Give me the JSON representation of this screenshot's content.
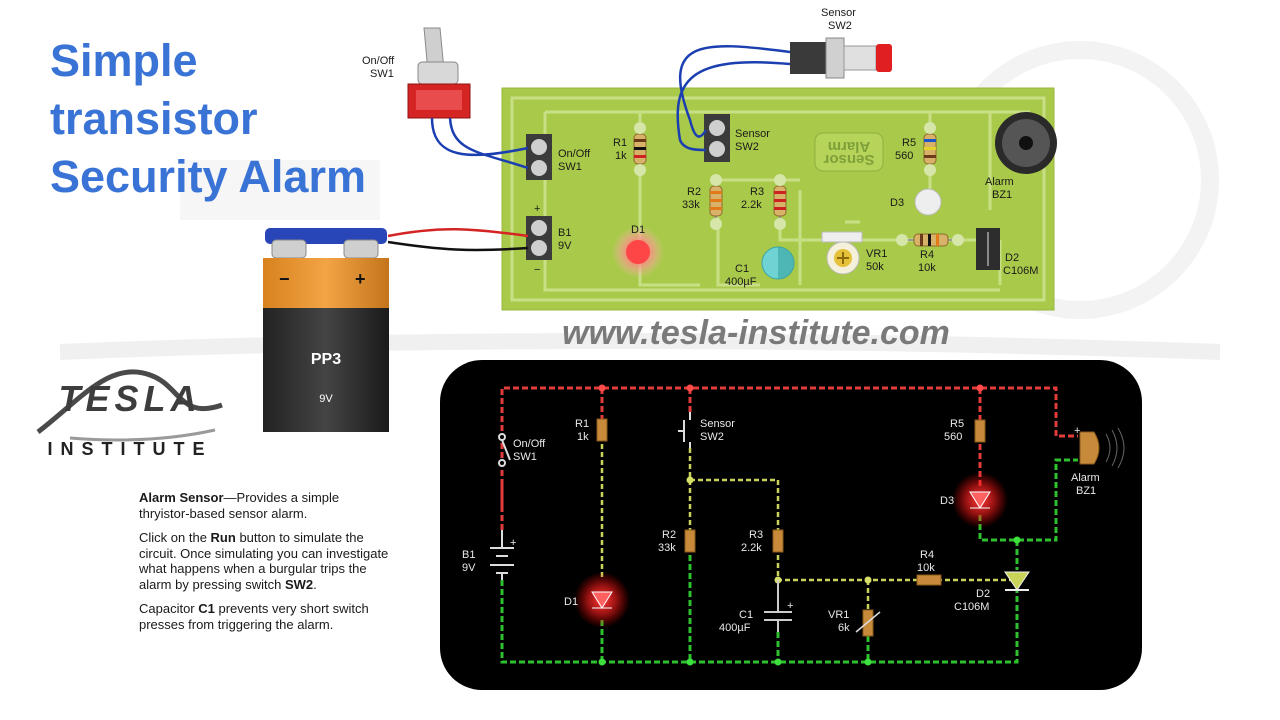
{
  "title": {
    "line1": "Simple",
    "line2": "transistor",
    "line3": "Security Alarm"
  },
  "website": "www.tesla-institute.com",
  "logo": {
    "word1": "TESLA",
    "word2": "INSTITUTE"
  },
  "battery": {
    "model": "PP3",
    "voltage": "9V",
    "minus": "−",
    "plus": "+"
  },
  "toggle_switch": {
    "name": "On/Off",
    "ref": "SW1"
  },
  "push_switch": {
    "name": "Sensor",
    "ref": "SW2"
  },
  "board": {
    "title_line1": "Alarm",
    "title_line2": "Sensor",
    "sw1_name": "On/Off",
    "sw1_ref": "SW1",
    "sw2_name": "Sensor",
    "sw2_ref": "SW2",
    "b1_ref": "B1",
    "b1_val": "9V",
    "plus": "+",
    "minus": "−",
    "r1_ref": "R1",
    "r1_val": "1k",
    "r2_ref": "R2",
    "r2_val": "33k",
    "r3_ref": "R3",
    "r3_val": "2.2k",
    "r4_ref": "R4",
    "r4_val": "10k",
    "r5_ref": "R5",
    "r5_val": "560",
    "d1_ref": "D1",
    "d3_ref": "D3",
    "c1_ref": "C1",
    "c1_val": "400µF",
    "vr1_ref": "VR1",
    "vr1_val": "50k",
    "d2_ref": "D2",
    "d2_val": "C106M",
    "bz1_name": "Alarm",
    "bz1_ref": "BZ1"
  },
  "schematic": {
    "sw1_name": "On/Off",
    "sw1_ref": "SW1",
    "b1_ref": "B1",
    "b1_val": "9V",
    "r1_ref": "R1",
    "r1_val": "1k",
    "sw2_name": "Sensor",
    "sw2_ref": "SW2",
    "d1_ref": "D1",
    "r2_ref": "R2",
    "r2_val": "33k",
    "r3_ref": "R3",
    "r3_val": "2.2k",
    "c1_ref": "C1",
    "c1_val": "400µF",
    "vr1_ref": "VR1",
    "vr1_val": "6k",
    "r4_ref": "R4",
    "r4_val": "10k",
    "r5_ref": "R5",
    "r5_val": "560",
    "d3_ref": "D3",
    "d2_ref": "D2",
    "d2_val": "C106M",
    "bz1_name": "Alarm",
    "bz1_ref": "BZ1",
    "plus": "+"
  },
  "description": {
    "p1_bold": "Alarm Sensor",
    "p1_text": "—Provides a simple thryistor-based sensor alarm.",
    "p2_a": "Click on the ",
    "p2_bold1": "Run",
    "p2_b": " button to simulate the circuit. Once simulating you can investigate what happens when a burgular trips the alarm by pressing switch ",
    "p2_bold2": "SW2",
    "p2_c": ".",
    "p3_a": "Capacitor ",
    "p3_bold": "C1",
    "p3_b": " prevents very short switch presses from triggering the alarm."
  },
  "colors": {
    "title": "#3a73d6",
    "pcb": "#a9c94a",
    "trace": "#c9df86",
    "wire_live": "#e23b3b",
    "wire_ground": "#2ec02e",
    "wire_neutral": "#c9d35a",
    "led_glow": "#ff2a2a",
    "panel": "#000000"
  }
}
